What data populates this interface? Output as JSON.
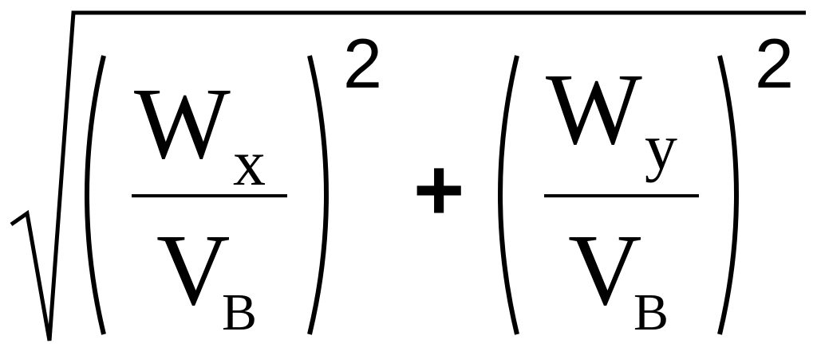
{
  "formula": {
    "term1": {
      "numerator": {
        "base": "W",
        "subscript": "x"
      },
      "denominator": {
        "base": "V",
        "subscript": "B"
      },
      "exponent": "2"
    },
    "operator": "+",
    "term2": {
      "numerator": {
        "base": "W",
        "subscript": "y"
      },
      "denominator": {
        "base": "V",
        "subscript": "B"
      },
      "exponent": "2"
    }
  }
}
